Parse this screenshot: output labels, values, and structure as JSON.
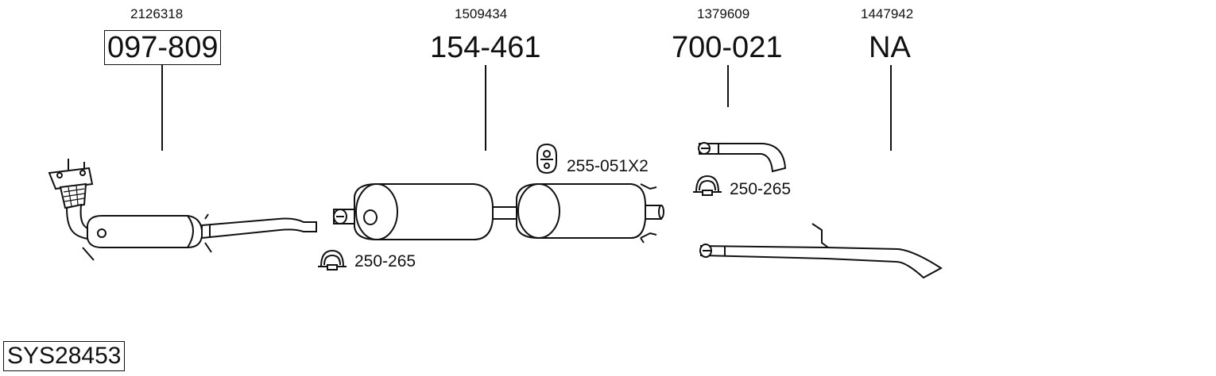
{
  "parts": [
    {
      "oem": "2126318",
      "number": "097-809"
    },
    {
      "oem": "1509434",
      "number": "154-461"
    },
    {
      "oem": "1379609",
      "number": "700-021"
    },
    {
      "oem": "1447942",
      "number": "NA"
    }
  ],
  "accessories": [
    {
      "label": "255-051X2",
      "icon": "rubber-hanger-icon"
    },
    {
      "label": "250-265",
      "icon": "pipe-clamp-icon"
    },
    {
      "label": "250-265",
      "icon": "pipe-clamp-icon"
    }
  ],
  "system_code": "SYS28453"
}
